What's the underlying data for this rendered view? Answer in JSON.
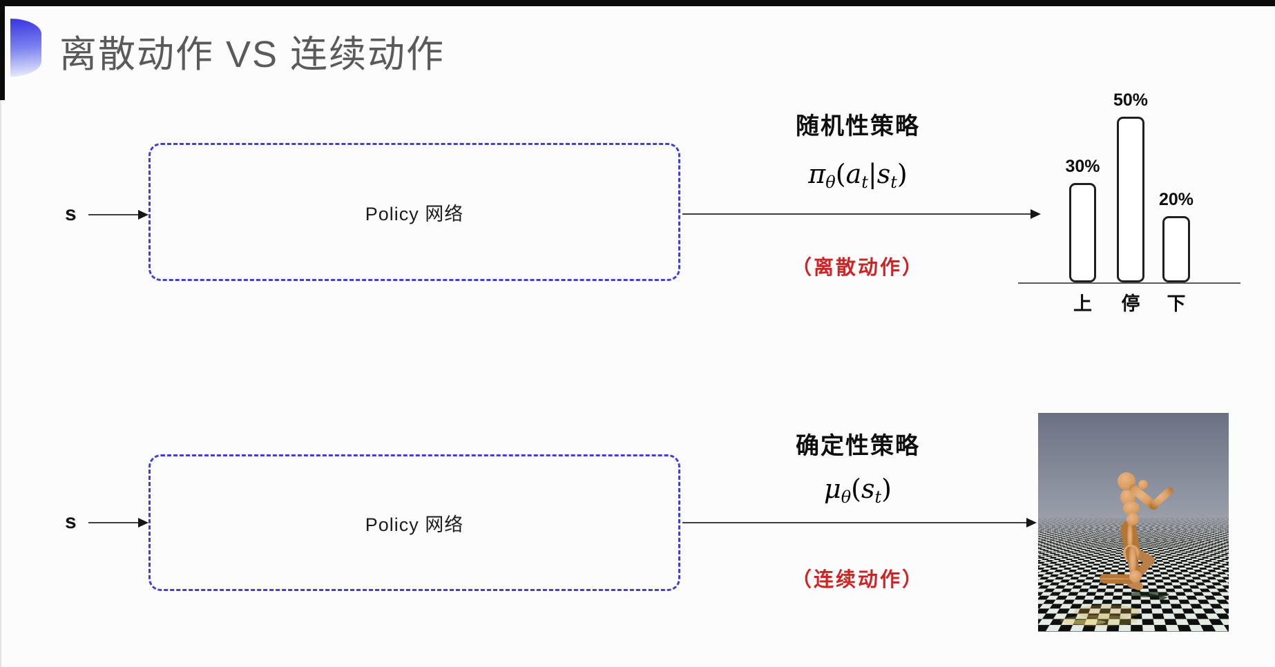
{
  "slide": {
    "title": "离散动作 VS 连续动作",
    "rows": [
      {
        "input_label": "s",
        "box_label": "Policy 网络",
        "policy_title": "随机性策略",
        "action_note": "（离散动作）",
        "formula": {
          "sym": "π",
          "sym_sub": "θ",
          "open": "(",
          "arg1": "a",
          "arg1_sub": "t",
          "sep": "|",
          "arg2": "s",
          "arg2_sub": "t",
          "close": ")"
        }
      },
      {
        "input_label": "s",
        "box_label": "Policy 网络",
        "policy_title": "确定性策略",
        "action_note": "（连续动作）",
        "formula": {
          "sym": "μ",
          "sym_sub": "θ",
          "open": "(",
          "arg1": "s",
          "arg1_sub": "t",
          "close": ")"
        }
      }
    ]
  },
  "chart_data": {
    "type": "bar",
    "title": "",
    "categories": [
      "上",
      "停",
      "下"
    ],
    "values": [
      30,
      50,
      20
    ],
    "value_labels": [
      "30%",
      "50%",
      "20%"
    ],
    "xlabel": "",
    "ylabel": "",
    "ylim": [
      0,
      60
    ],
    "grid": false,
    "legend": false,
    "style": "outlined white bars with rounded corners on plain baseline, value labels above bars"
  },
  "colors": {
    "accent_blue": "#423fd4",
    "blob_blue": "#4543e6",
    "note_red": "#cd2525",
    "title_gray": "#5a5a5a",
    "ink": "#1c1c1c",
    "line": "#3c3c3c",
    "bar_outline": "#1f1f1f",
    "sky_top": "#6b7183",
    "sky_bottom": "#999ea9",
    "floor_light": "#e4ebe4",
    "floor_dark": "#0f0f0f",
    "body_tan": "#d79c62"
  }
}
